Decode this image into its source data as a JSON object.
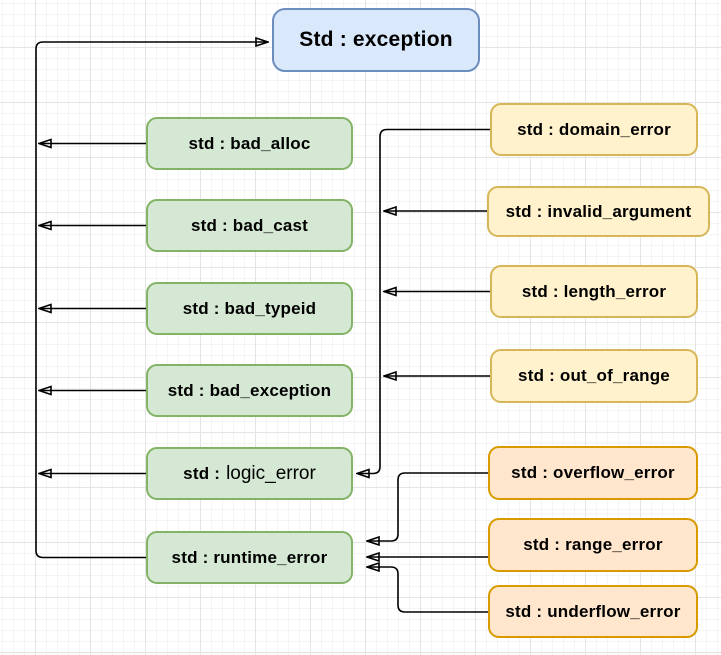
{
  "diagram": {
    "nodes": {
      "exception": {
        "label": "Std : exception"
      },
      "bad_alloc": {
        "label": "std : bad_alloc"
      },
      "bad_cast": {
        "label": "std : bad_cast"
      },
      "bad_typeid": {
        "label": "std : bad_typeid"
      },
      "bad_exception": {
        "label": "std : bad_exception"
      },
      "logic_error": {
        "prefix": "std :",
        "name": "logic_error"
      },
      "runtime_error": {
        "label": "std : runtime_error"
      },
      "domain_error": {
        "label": "std : domain_error"
      },
      "invalid_argument": {
        "label": "std : invalid_argument"
      },
      "length_error": {
        "label": "std : length_error"
      },
      "out_of_range": {
        "label": "std : out_of_range"
      },
      "overflow_error": {
        "label": "std : overflow_error"
      },
      "range_error": {
        "label": "std : range_error"
      },
      "underflow_error": {
        "label": "std : underflow_error"
      }
    },
    "edges": [
      {
        "from": "bad_alloc",
        "to": "exception"
      },
      {
        "from": "bad_cast",
        "to": "exception"
      },
      {
        "from": "bad_typeid",
        "to": "exception"
      },
      {
        "from": "bad_exception",
        "to": "exception"
      },
      {
        "from": "logic_error",
        "to": "exception"
      },
      {
        "from": "runtime_error",
        "to": "exception"
      },
      {
        "from": "domain_error",
        "to": "logic_error"
      },
      {
        "from": "invalid_argument",
        "to": "logic_error"
      },
      {
        "from": "length_error",
        "to": "logic_error"
      },
      {
        "from": "out_of_range",
        "to": "logic_error"
      },
      {
        "from": "overflow_error",
        "to": "runtime_error"
      },
      {
        "from": "range_error",
        "to": "runtime_error"
      },
      {
        "from": "underflow_error",
        "to": "runtime_error"
      }
    ],
    "colors": {
      "root_fill": "#dae8fc",
      "root_border": "#6c8ebf",
      "green_fill": "#d5e8d4",
      "green_border": "#82b366",
      "yellow_fill": "#fff2cc",
      "yellow_border": "#d6b656",
      "orange_fill": "#ffe6cc",
      "orange_border": "#d79b00",
      "connector": "#000000",
      "grid_minor": "#f4f4f4",
      "grid_major": "#e4e4e4"
    }
  }
}
